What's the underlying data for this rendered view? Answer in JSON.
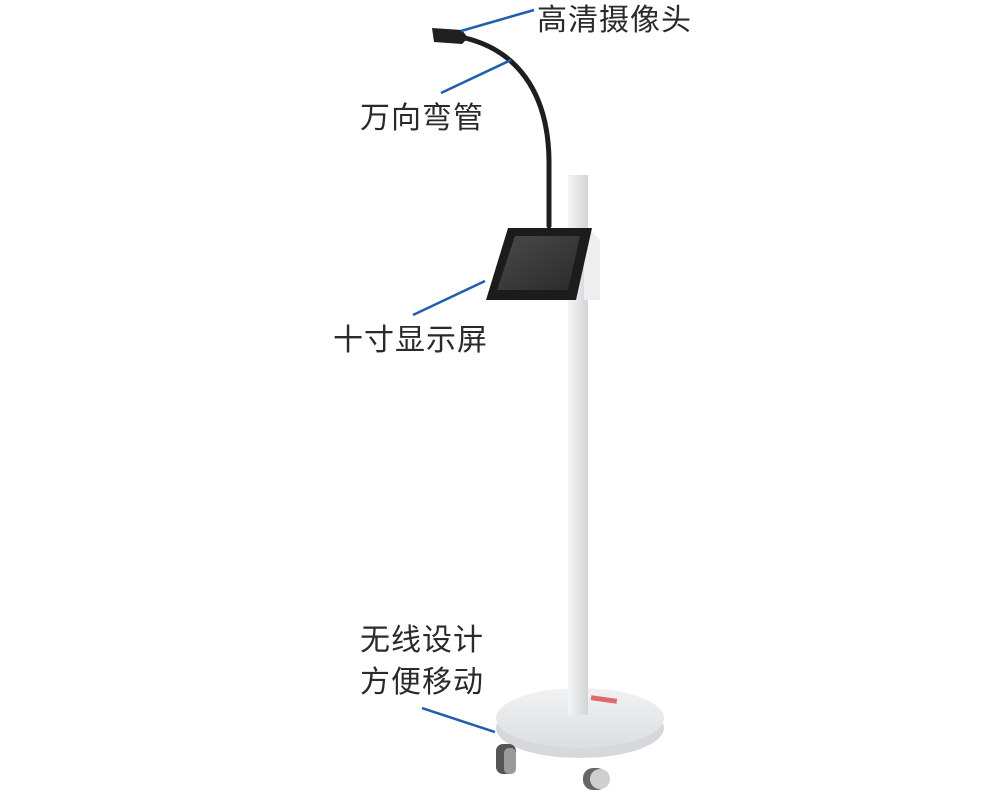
{
  "labels": {
    "camera": "高清摄像头",
    "gooseneck": "万向弯管",
    "screen": "十寸显示屏",
    "wireless_line1": "无线设计",
    "wireless_line2": "方便移动"
  },
  "colors": {
    "leader_line": "#1f5fb0",
    "text": "#2a2a2a",
    "stand": "#e6e8ea",
    "screen_bezel": "#1c1c1c",
    "accent_stripe": "#e06a6a"
  }
}
